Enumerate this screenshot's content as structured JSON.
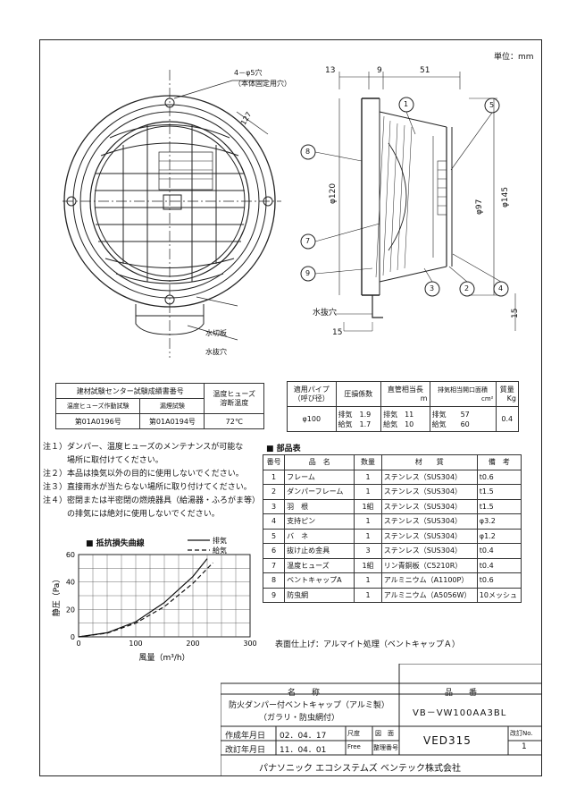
{
  "unit": "単位：mm",
  "front_view": {
    "hole_note_1": "4－φ5穴",
    "hole_note_2": "（本体固定用穴）",
    "dim_127": "127",
    "water_plate": "水切板",
    "drain_hole": "水抜穴"
  },
  "side_view": {
    "dims_top": [
      "13",
      "9",
      "51"
    ],
    "dim_phi120": "φ120",
    "dim_phi97": "φ97",
    "dim_phi145": "φ145",
    "dim_15_right": "15",
    "dim_15_bottom": "15",
    "drain_hole": "水抜穴",
    "callouts": [
      "1",
      "2",
      "3",
      "4",
      "5",
      "7",
      "8",
      "9"
    ]
  },
  "test_table": {
    "header": "建材試験センター試験成績書番号",
    "col1": "温度ヒューズ作動試験",
    "col2": "漏煙試験",
    "col3_line1": "温度ヒューズ",
    "col3_line2": "溶断温度",
    "val1": "第01A0196号",
    "val2": "第01A0194号",
    "val3": "72℃"
  },
  "spec_table": {
    "h1_line1": "適用パイプ",
    "h1_line2": "（呼び径）",
    "h2": "圧損係数",
    "h3": "直管相当長",
    "h3_unit": "m",
    "h4": "開口面積",
    "h4_full": "排気相当開口面積",
    "h4_unit": "cm²",
    "h5": "質量",
    "h5_unit": "Kg",
    "pipe": "φ100",
    "loss_exhaust": "排気　1.9",
    "loss_supply": "給気　1.7",
    "len_exhaust": "排気　11",
    "len_supply": "給気　10",
    "area_exhaust": "排気　　57",
    "area_supply": "給気　　60",
    "mass": "0.4"
  },
  "notes": [
    "注１）ダンパー、温度ヒューズのメンテナンスが可能な",
    "　　　場所に取付けてください。",
    "注２）本品は換気以外の目的に使用しないでください。",
    "注３）直接雨水が当たらない場所に取り付けてください。",
    "注４）密閉または半密閉の燃焼器具（給湯器・ふろがま等）",
    "　　　の排気には絶対に使用しないでください。"
  ],
  "parts": {
    "title": "■ 部品表",
    "headers": [
      "番号",
      "品　名",
      "数量",
      "材　　質",
      "備　考"
    ],
    "rows": [
      [
        "1",
        "フレーム",
        "1",
        "ステンレス（SUS304）",
        "t0.6"
      ],
      [
        "2",
        "ダンパーフレーム",
        "1",
        "ステンレス（SUS304）",
        "t1.5"
      ],
      [
        "3",
        "羽　根",
        "1組",
        "ステンレス（SUS304）",
        "t1.5"
      ],
      [
        "4",
        "支持ピン",
        "1",
        "ステンレス（SUS304）",
        "φ3.2"
      ],
      [
        "5",
        "バ　ネ",
        "1",
        "ステンレス（SUS304）",
        "φ1.2"
      ],
      [
        "6",
        "抜け止め金具",
        "3",
        "ステンレス（SUS304）",
        "t0.4"
      ],
      [
        "7",
        "温度ヒューズ",
        "1組",
        "リン青銅板（C5210R）",
        "t0.4"
      ],
      [
        "8",
        "ベントキャップA",
        "1",
        "アルミニウム（A1100P）",
        "t0.6"
      ],
      [
        "9",
        "防虫網",
        "1",
        "アルミニウム（A5056W）",
        "10メッシュ"
      ]
    ],
    "finish": "表面仕上げ：アルマイト処理（ベントキャップＡ）"
  },
  "chart_data": {
    "type": "line",
    "title": "抵抗損失曲線",
    "xlabel": "風量（m³/h）",
    "ylabel": "静圧（Pa）",
    "xlim": [
      0,
      300
    ],
    "ylim": [
      0,
      60
    ],
    "xticks": [
      "0",
      "100",
      "200",
      "300"
    ],
    "yticks": [
      "0",
      "20",
      "40",
      "60"
    ],
    "grid": true,
    "legend_placement": "top-right",
    "series": [
      {
        "name": "排気",
        "style": "solid",
        "x": [
          0,
          50,
          100,
          150,
          200,
          225
        ],
        "y": [
          0,
          3,
          11,
          25,
          44,
          57
        ]
      },
      {
        "name": "給気",
        "style": "dashed",
        "x": [
          0,
          50,
          100,
          150,
          200,
          235
        ],
        "y": [
          0,
          2.7,
          10,
          22,
          39,
          54
        ]
      }
    ]
  },
  "title_block": {
    "name_label": "名　　称",
    "code_label": "品　　番",
    "product_name_1": "防火ダンパー付ベントキャップ（アルミ製）",
    "product_name_2": "（ガラリ・防虫網付）",
    "product_code": "VB－VW100AA3BL",
    "created_label": "作成年月日",
    "created_date": "02．04．17",
    "revised_label": "改訂年月日",
    "revised_date": "11．04．01",
    "scale_mark": "尺",
    "scale_label": "度",
    "scale_value": "Free",
    "drawing_label": "図　面",
    "ref_label": "整理番号",
    "drawing_no": "VED315",
    "revision_label": "改訂No.",
    "revision_no": "1",
    "company": "パナソニック エコシステムズ ベンテック株式会社"
  }
}
